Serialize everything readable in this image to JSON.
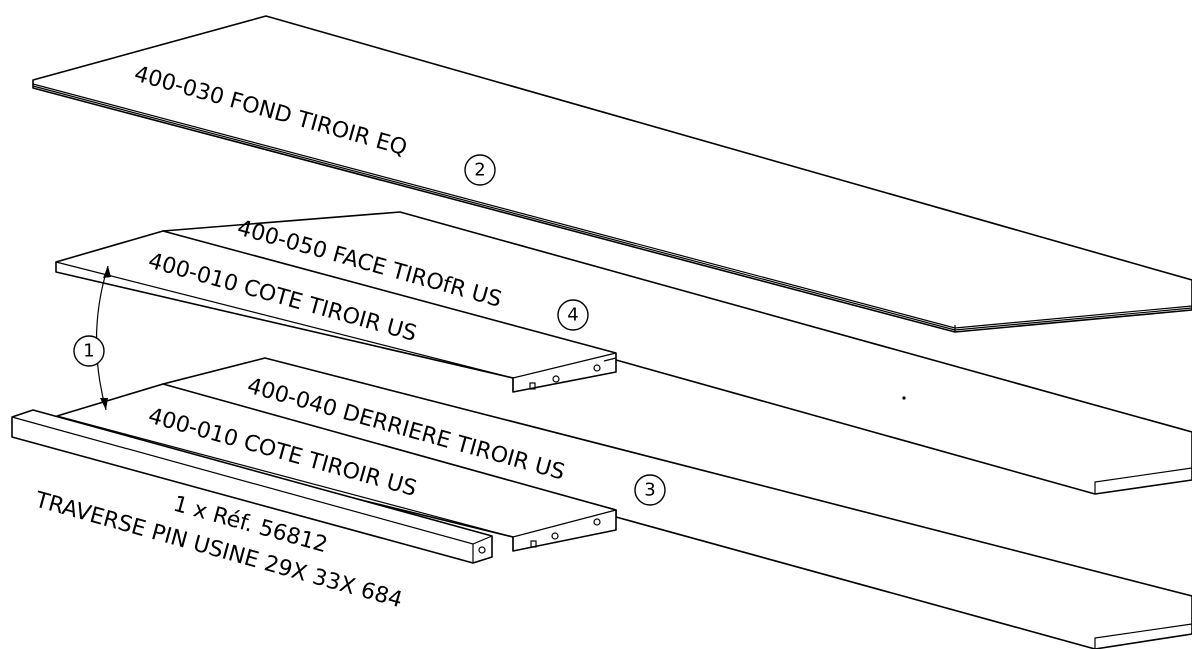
{
  "parts": [
    {
      "id": "fond",
      "label": "400-030 FOND TIROIR EQ",
      "balloon": "2"
    },
    {
      "id": "face",
      "label": "400-050 FACE TIROfR US",
      "balloon": "4"
    },
    {
      "id": "cote_top",
      "label": "400-010 COTE TIROIR US"
    },
    {
      "id": "derriere",
      "label": "400-040 DERRIERE TIROIR US",
      "balloon": "3"
    },
    {
      "id": "cote_bottom",
      "label": "400-010 COTE TIROIR US"
    },
    {
      "id": "traverse",
      "label_line1": "1 x Réf. 56812",
      "label_line2": "TRAVERSE PIN USINE 29X 33X 684"
    }
  ],
  "balloons": {
    "distance": "1"
  }
}
